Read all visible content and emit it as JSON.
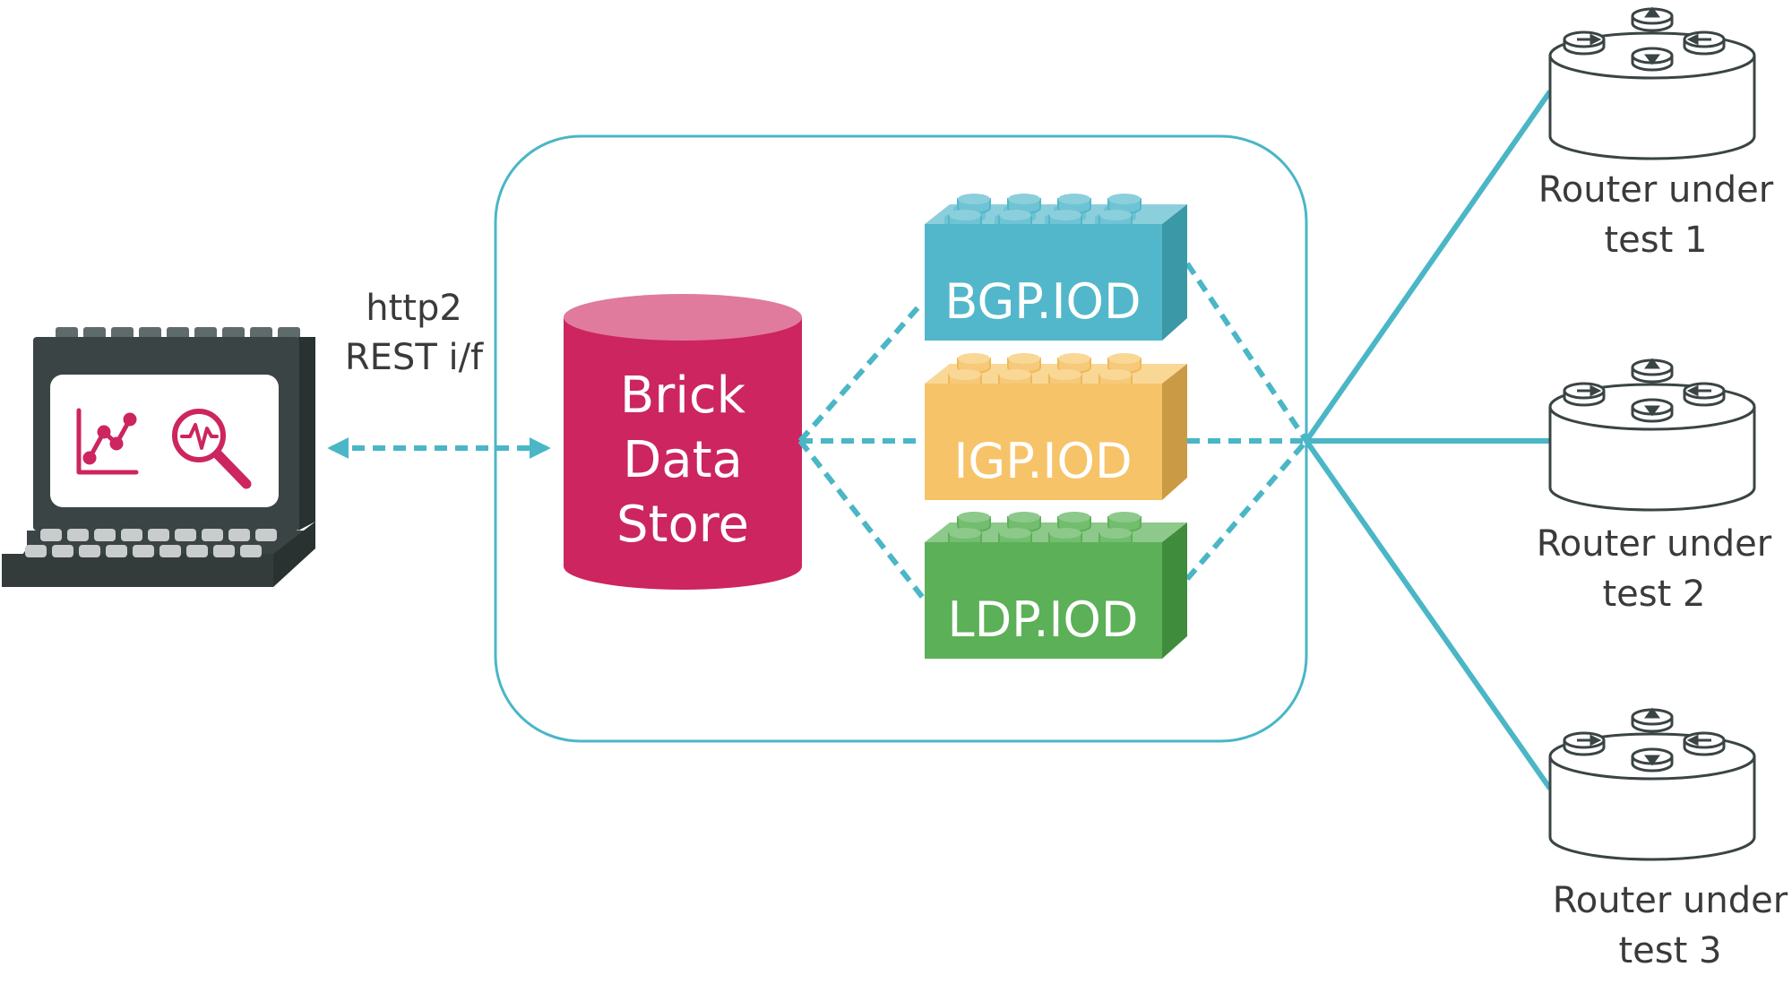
{
  "protocol_label": {
    "line1": "http2",
    "line2": "REST i/f"
  },
  "data_store": {
    "line1": "Brick",
    "line2": "Data",
    "line3": "Store",
    "color": "#cc2560"
  },
  "bricks": [
    {
      "label": "BGP.IOD",
      "color": "#52b7ca"
    },
    {
      "label": "IGP.IOD",
      "color": "#f7c369"
    },
    {
      "label": "LDP.IOD",
      "color": "#5cb057"
    }
  ],
  "routers": [
    {
      "line1": "Router under",
      "line2": "test 1"
    },
    {
      "line1": "Router under",
      "line2": "test 2"
    },
    {
      "line1": "Router under",
      "line2": "test 3"
    }
  ],
  "colors": {
    "connector": "#4ab6c6",
    "laptop": "#3b4444",
    "accent": "#cc2560"
  },
  "icons": [
    "line-chart-icon",
    "magnify-pulse-icon",
    "router-icon"
  ]
}
